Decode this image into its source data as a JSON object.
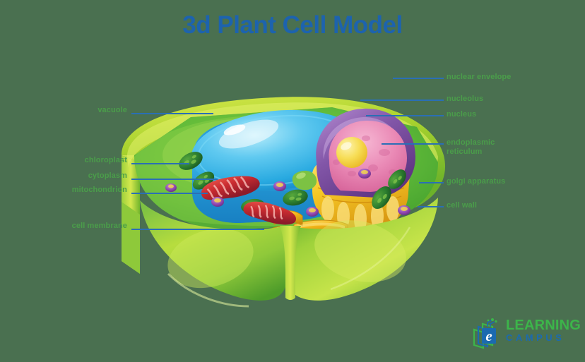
{
  "page": {
    "title": "3d Plant Cell Model",
    "background_color": "#4a7050",
    "title_color": "#1d63ae",
    "label_color": "#4a9d4a",
    "leader_line_color": "#2a6fb5"
  },
  "diagram": {
    "name": "plant-cell-cutaway",
    "labels_right": [
      {
        "id": "nuclear-envelope",
        "text": "nuclear envelope"
      },
      {
        "id": "nucleolus",
        "text": "nucleolus"
      },
      {
        "id": "nucleus",
        "text": "nucleus"
      },
      {
        "id": "endoplasmic-reticulum",
        "text": "endoplasmic\nreticulum"
      },
      {
        "id": "golgi-apparatus",
        "text": "golgi apparatus"
      },
      {
        "id": "cell-wall",
        "text": "cell wall"
      }
    ],
    "labels_left": [
      {
        "id": "vacuole",
        "text": "vacuole"
      },
      {
        "id": "chloroplast",
        "text": "chloroplast"
      },
      {
        "id": "cytoplasm",
        "text": "cytoplasm"
      },
      {
        "id": "mitochondrion",
        "text": "mitochondrion"
      },
      {
        "id": "cell-membrane",
        "text": "cell membrane"
      }
    ],
    "parts": {
      "cell_wall_color": "#8cc63f",
      "cytoplasm_color": "#6cbe45",
      "vacuole_color": "#29abe2",
      "nucleus_color": "#e87fae",
      "nuclear_envelope_color": "#7b4f9d",
      "nucleolus_color": "#f4d03f",
      "er_color": "#f5c518",
      "golgi_color": "#f0b91c",
      "mitochondrion_color": "#c0392b",
      "chloroplast_color": "#2e7d32",
      "vesicle_color": "#8e44ad"
    }
  },
  "logo": {
    "name": "elearning-campus-logo",
    "letter": "e",
    "word_primary": "LEARNING",
    "word_secondary": "CAMPUS",
    "primary_color": "#3cb54a",
    "secondary_color": "#1b6ab0"
  }
}
